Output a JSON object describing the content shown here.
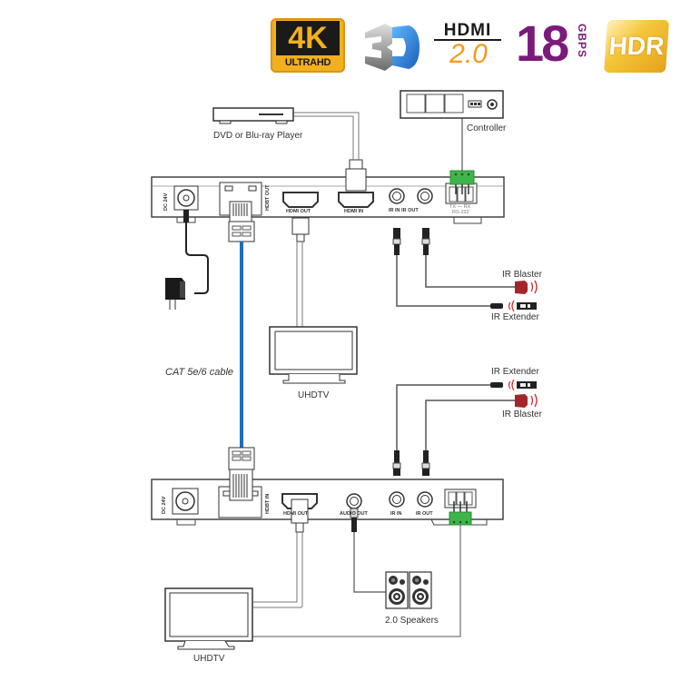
{
  "badges": {
    "k4": {
      "main": "4K",
      "sub": "ULTRAHD",
      "bg": "#f2b01e",
      "fg": "#1a1a1a"
    },
    "d3": {
      "label": "3D"
    },
    "hdmi": {
      "top": "HDMI",
      "version": "2.0",
      "version_color": "#f29a1e"
    },
    "gbps": {
      "number": "18",
      "unit": "GBPS",
      "color": "#7a1a7a"
    },
    "hdr": {
      "label": "HDR",
      "bg": "#f2b01e"
    }
  },
  "transmitter": {
    "ports": {
      "dc": "DC 24V",
      "hdbt": "HDBT OUT",
      "hdmi_out": "HDMI OUT",
      "hdmi_in": "HDMI IN",
      "ir": "IR IN IR OUT",
      "rs232_pins": "TX  —  RX",
      "rs232": "RS-232"
    }
  },
  "receiver": {
    "ports": {
      "dc": "DC 24V",
      "hdbt": "HDBT IN",
      "hdmi_out": "HDMI OUT",
      "audio_out": "AUDIO OUT",
      "ir_in": "IR IN",
      "ir_out": "IR OUT"
    }
  },
  "devices": {
    "player": "DVD or Blu-ray Player",
    "controller": "Controller",
    "tv_top": "UHDTV",
    "tv_bottom": "UHDTV",
    "speakers": "2.0 Speakers",
    "ir_blaster_top": "IR Blaster",
    "ir_extender_top": "IR Extender",
    "ir_extender_bottom": "IR Extender",
    "ir_blaster_bottom": "IR Blaster",
    "cable": "CAT 5e/6 cable"
  },
  "colors": {
    "cat_cable": "#1e6fbf",
    "terminal_green": "#3fb44a",
    "ir_blaster_red": "#a3262a",
    "ir_wave_red": "#d52b2b",
    "line": "#555555"
  }
}
